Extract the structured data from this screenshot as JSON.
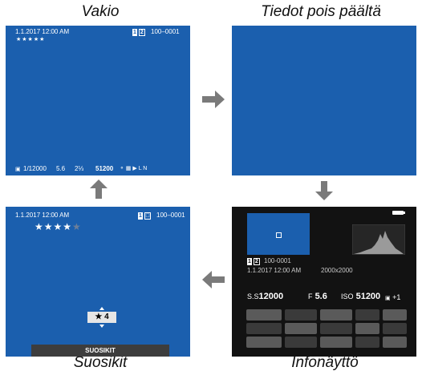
{
  "captions": {
    "top_left": "Vakio",
    "top_right": "Tiedot pois päältä",
    "bottom_left": "Suosikit",
    "bottom_right": "Infonäyttö"
  },
  "vakio": {
    "datetime": "1.1.2017 12:00 AM",
    "slots": "1 2",
    "file_no": "100–0001",
    "stars": "★★★★★",
    "bar": {
      "shutter": "1/12000",
      "aperture": "5.6",
      "exposure": "2⅓",
      "iso": "51200",
      "extras": "⚬ ▦ ▶ L N"
    }
  },
  "suosikit": {
    "datetime": "1.1.2017 12:00 AM",
    "file_no": "100–0001",
    "stars_filled": "★★★★",
    "star_empty": "★",
    "rating": "★ 4",
    "menu_label": "SUOSIKIT"
  },
  "info": {
    "file_no": "100-0001",
    "datetime": "1.1.2017 12:00 AM",
    "resolution": "2000x2000",
    "ss_label": "S.S",
    "shutter": "12000",
    "f_label": "F",
    "aperture": "5.6",
    "iso_label": "ISO",
    "iso": "51200",
    "exposure": "+1"
  },
  "colors": {
    "screen_blue": "#1b5fae",
    "arrow_grey": "#7a7a7a",
    "info_bg": "#121212"
  }
}
